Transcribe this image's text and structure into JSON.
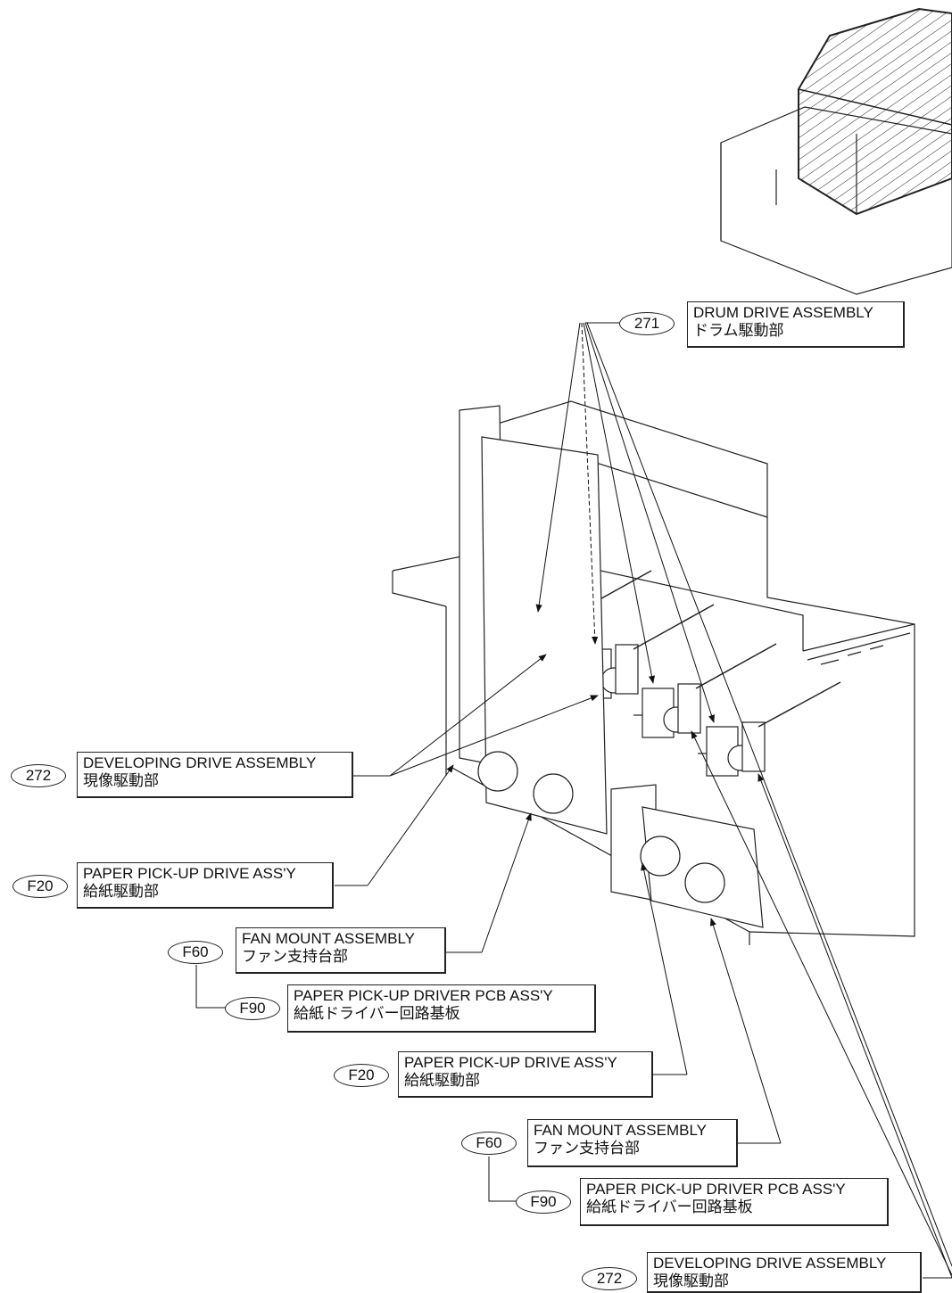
{
  "callouts": [
    {
      "id": "c1",
      "code": "271",
      "title": "DRUM DRIVE ASSEMBLY",
      "subtitle": "ドラム駆動部"
    },
    {
      "id": "c2",
      "code": "272",
      "title": "DEVELOPING DRIVE ASSEMBLY",
      "subtitle": "現像駆動部"
    },
    {
      "id": "c3",
      "code": "F20",
      "title": "PAPER PICK-UP DRIVE ASS'Y",
      "subtitle": "給紙駆動部"
    },
    {
      "id": "c4",
      "code": "F60",
      "title": "FAN MOUNT ASSEMBLY",
      "subtitle": "ファン支持台部"
    },
    {
      "id": "c5",
      "code": "F90",
      "title": "PAPER PICK-UP DRIVER PCB ASS'Y",
      "subtitle": "給紙ドライバー回路基板"
    },
    {
      "id": "c6",
      "code": "F20",
      "title": "PAPER PICK-UP DRIVE ASS'Y",
      "subtitle": "給紙駆動部"
    },
    {
      "id": "c7",
      "code": "F60",
      "title": "FAN MOUNT ASSEMBLY",
      "subtitle": "ファン支持台部"
    },
    {
      "id": "c8",
      "code": "F90",
      "title": "PAPER PICK-UP DRIVER PCB ASS'Y",
      "subtitle": "給紙ドライバー回路基板"
    },
    {
      "id": "c9",
      "code": "272",
      "title": "DEVELOPING DRIVE ASSEMBLY",
      "subtitle": "現像駆動部"
    }
  ],
  "colors": {
    "line": "#222222",
    "background": "#ffffff"
  }
}
